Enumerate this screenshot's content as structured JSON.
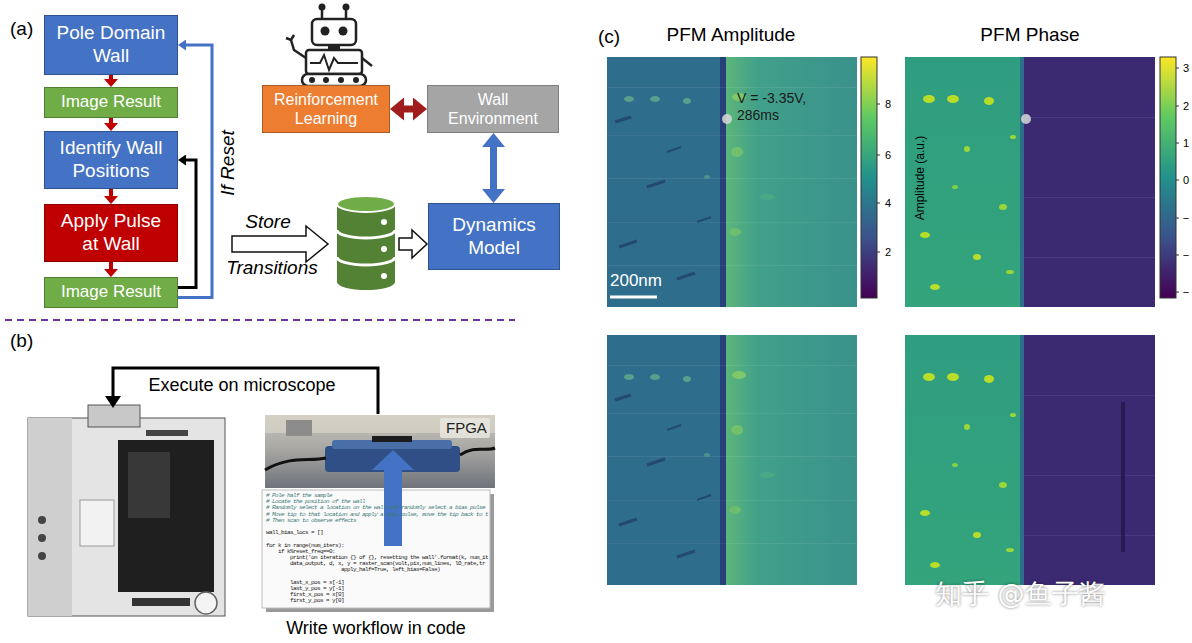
{
  "diagram": {
    "nodes": [
      {
        "text": [
          "Pole Domain Wall"
        ]
      },
      {
        "text": [
          "Image Result"
        ]
      },
      {
        "text": [
          "Identify Wall Positions"
        ]
      },
      {
        "text": [
          "Apply Pulse at Wall"
        ]
      },
      {
        "text": [
          "Image Result"
        ]
      },
      {
        "text": [
          "Reinforcement Learning"
        ]
      },
      {
        "text": [
          "Wall Environment"
        ]
      },
      {
        "text": [
          "Dynamics Model"
        ]
      }
    ],
    "edges": [
      {
        "from": 0,
        "to": 1,
        "arrow": "to"
      },
      {
        "from": 1,
        "to": 2,
        "arrow": "to"
      },
      {
        "from": 2,
        "to": 3,
        "arrow": "to"
      },
      {
        "from": 3,
        "to": 4,
        "arrow": "to"
      },
      {
        "from": 4,
        "to": 2,
        "arrow": "to"
      },
      {
        "from": 4,
        "to": 0,
        "arrow": "to",
        "label": "If Reset"
      },
      {
        "from": 5,
        "to": 6,
        "arrow": "both"
      },
      {
        "from": 6,
        "to": 7,
        "arrow": "both"
      }
    ],
    "labels": [
      "(a)",
      "Store",
      "Transitions",
      "(b)",
      "Execute on microscope",
      "FPGA",
      "# Pole half the sample",
      "# Locate the position of the wall",
      "# Randomly select a location on the wall and randomly select a bias pulse",
      "# Move tip to that location and apply a bias pulse, move the tip back to t",
      "# Then scan to observe effects",
      "wall_bias_locs = []",
      "for k in range(num_iters):",
      "if k%reset_freq==0:",
      "print('on iteration {} of {}, resetting the wall'.format(k, num_it",
      "data_output, d, x, y = raster_scan(volt,pix,num_lines, lO_rate,tr",
      "apply_half=True, left_bias=False)",
      "last_x_pos = x[-1]",
      "last_y_pos = y[-1]",
      "first_x_pos = x[0]",
      "first_y_pos = y[0]",
      "Write workflow in code",
      "(c)",
      "PFM Amplitude",
      "PFM Phase",
      "V = -3.35V, 286ms",
      "200nm",
      "Amplitude (a.u.)",
      "8",
      "6",
      "4",
      "2",
      "3",
      "2",
      "1",
      "0",
      "−",
      "−",
      "−",
      "知乎 @鱼子酱"
    ]
  }
}
